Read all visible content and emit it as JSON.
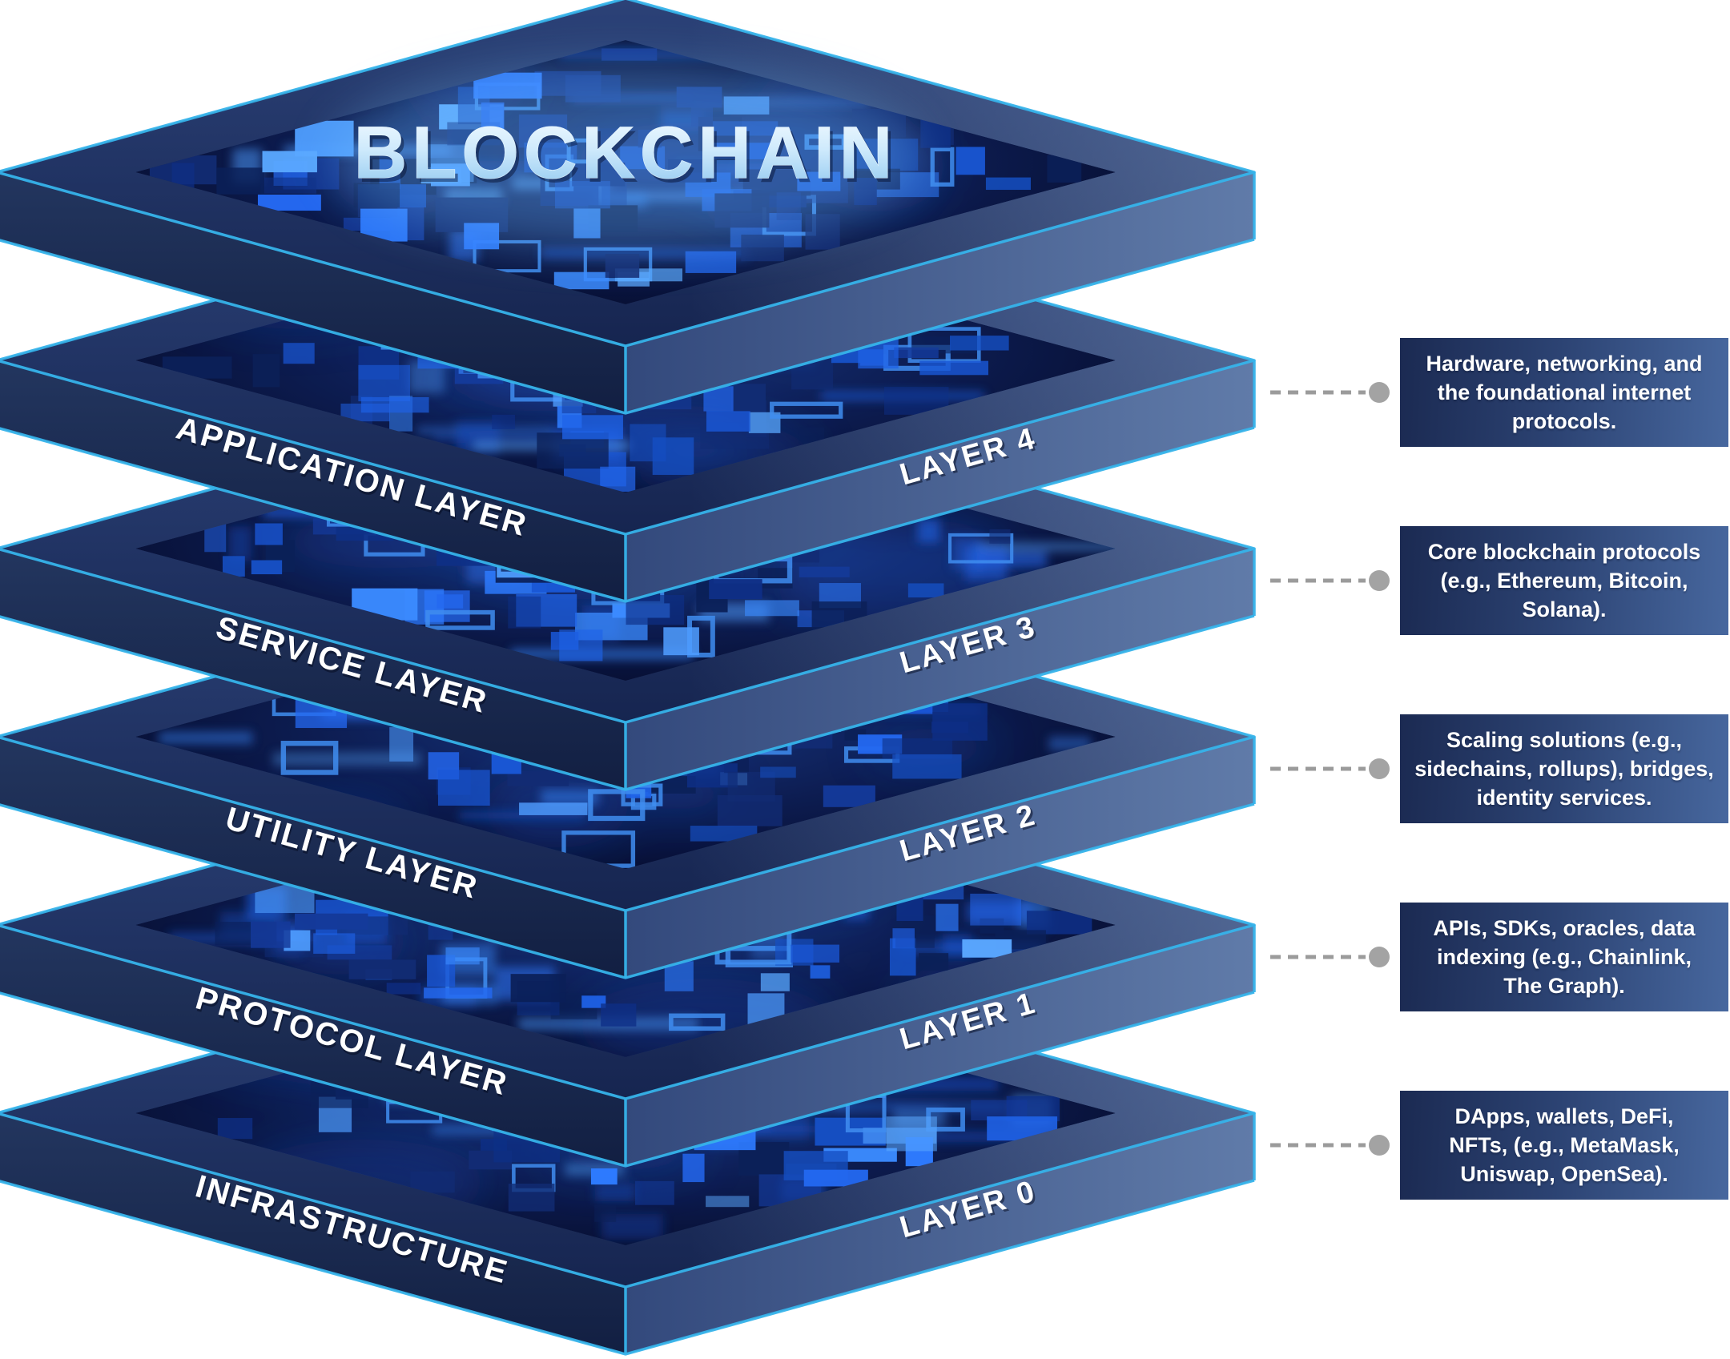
{
  "title": "BLOCKCHAIN",
  "layers": [
    {
      "name": "APPLICATION LAYER",
      "layer_label": "LAYER 4",
      "callout": "Hardware, networking, and\nthe foundational internet\nprotocols."
    },
    {
      "name": "SERVICE LAYER",
      "layer_label": "LAYER 3",
      "callout": "Core blockchain protocols\n(e.g., Ethereum, Bitcoin,\nSolana)."
    },
    {
      "name": "UTILITY LAYER",
      "layer_label": "LAYER 2",
      "callout": "Scaling solutions (e.g.,\nsidechains, rollups), bridges,\nidentity services."
    },
    {
      "name": "PROTOCOL LAYER",
      "layer_label": "LAYER 1",
      "callout": "APIs, SDKs, oracles, data\nindexing (e.g., Chainlink,\nThe Graph)."
    },
    {
      "name": "INFRASTRUCTURE",
      "layer_label": "LAYER 0",
      "callout": "DApps, wallets, DeFi,\nNFTs, (e.g., MetaMask,\nUniswap, OpenSea)."
    }
  ],
  "colors": {
    "edge_cyan": "#36b3ea",
    "navy_dark": "#1b2b56",
    "frame_navy": "#223769",
    "slate_blue": "#506b9c",
    "texture_bright_blue": "#2e7bff",
    "callout_gradient_left": "#1b2a52",
    "callout_gradient_right": "#47679e",
    "connector_gray": "#9b9b9b",
    "label_text": "#ffffff"
  }
}
